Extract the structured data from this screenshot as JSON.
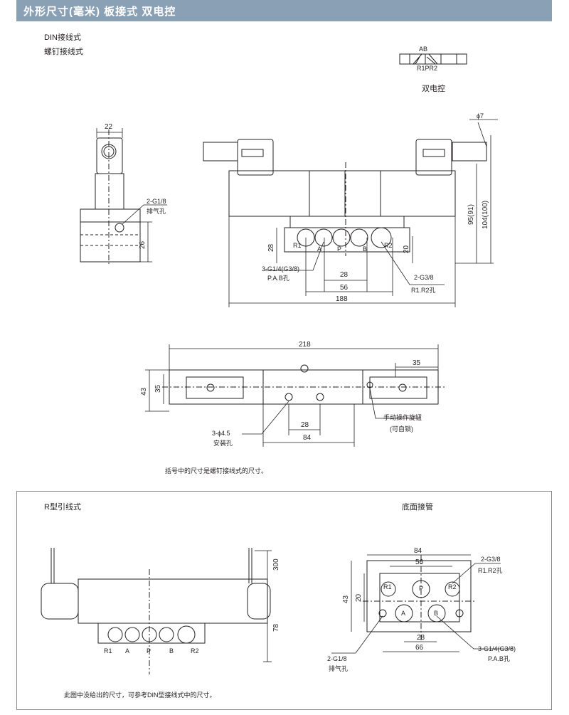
{
  "header": {
    "title": "外形尺寸(毫米)  板接式  双电控"
  },
  "top_left": {
    "din": "DIN接线式",
    "screw": "螺钉接线式"
  },
  "symbol": {
    "ab": "AB",
    "r1pr2": "R1PR2",
    "caption": "双电控"
  },
  "side_view": {
    "w22": "22",
    "g18": "2-G1/8",
    "exhaust": "排气孔",
    "h26": "26"
  },
  "front_view": {
    "phi7": "ϕ7",
    "h95": "95(91)",
    "h104": "104(100)",
    "h28": "28",
    "h20": "20",
    "port_r1": "R1",
    "port_a": "A",
    "port_p": "P",
    "port_b": "B",
    "port_r2": "R2",
    "g14": "3-G1/4(G3/8)",
    "pab": "P.A.B孔",
    "g38": "2-G3/8",
    "r1r2": "R1.R2孔",
    "w28": "28",
    "w56": "56",
    "w188": "188"
  },
  "top_view": {
    "w218": "218",
    "w35": "35",
    "h43": "43",
    "h35": "35",
    "w28": "28",
    "w84": "84",
    "phi45": "3-ϕ4.5",
    "mount": "安装孔",
    "manual": "手动操作旋钮",
    "lock": "(可自锁)"
  },
  "note1": "括号中的尺寸是螺钉接线式的尺寸。",
  "r_type": {
    "title": "R型引线式",
    "h300": "300",
    "h78": "78",
    "port_r1": "R1",
    "port_a": "A",
    "port_p": "P",
    "port_b": "B",
    "port_r2": "R2"
  },
  "bottom": {
    "title": "底面接管",
    "w84": "84",
    "w56": "56",
    "w28": "28",
    "w66": "66",
    "h43": "43",
    "h20": "20",
    "g38": "2-G3/8",
    "r1r2": "R1.R2孔",
    "g18": "2-G1/8",
    "exhaust": "排气孔",
    "g14": "3-G1/4(G3/8)",
    "pab": "P.A.B孔",
    "port_r1": "R1",
    "port_p": "P",
    "port_r2": "R2",
    "port_a": "A",
    "port_b": "B"
  },
  "note2": "此图中没给出的尺寸，可参考DIN型接线式中的尺寸。"
}
